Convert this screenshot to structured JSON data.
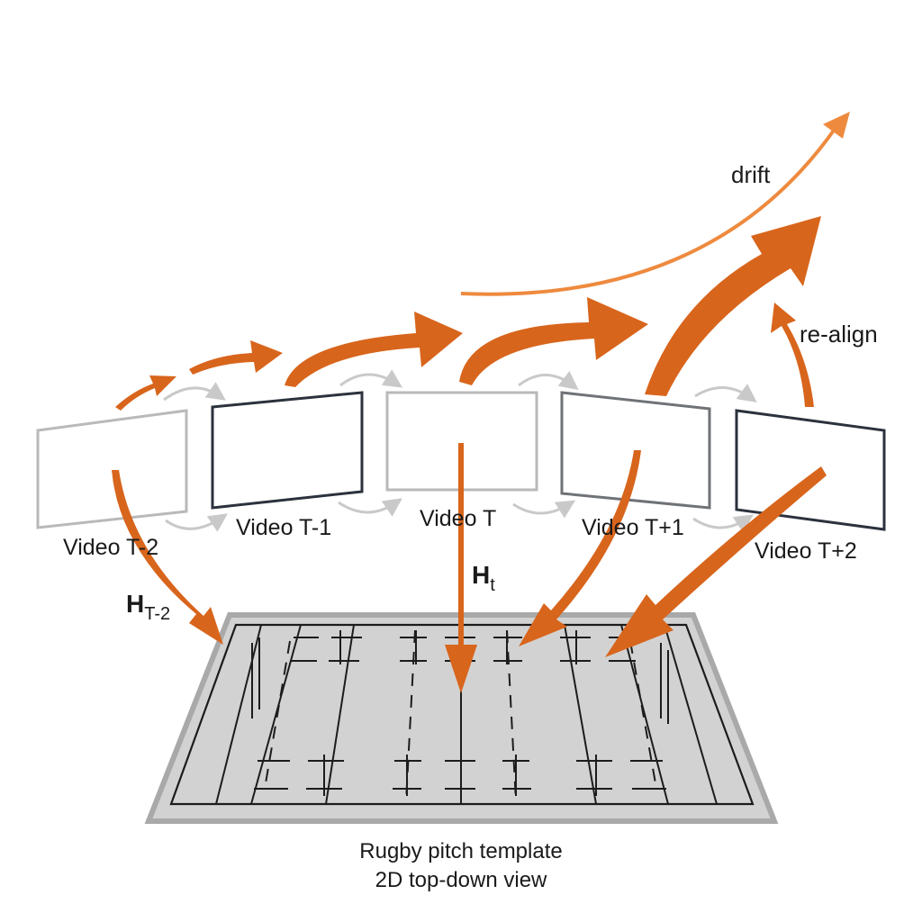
{
  "colors": {
    "accent": "#d8651c",
    "accent_light": "#ee8a3e",
    "frame_light": "#b9b9b9",
    "frame_mid": "#6f7276",
    "frame_dark": "#2b323d",
    "pitch_fill": "#d2d2d2",
    "pitch_border": "#a9a9a9",
    "line": "#1c1c1c",
    "connector": "#c9c9c9"
  },
  "frames": [
    {
      "id": "t-2",
      "label": "Video T-2"
    },
    {
      "id": "t-1",
      "label": "Video T-1"
    },
    {
      "id": "t",
      "label": "Video T"
    },
    {
      "id": "t+1",
      "label": "Video T+1"
    },
    {
      "id": "t+2",
      "label": "Video T+2"
    }
  ],
  "homography": {
    "h_prev": {
      "main": "H",
      "sub": "T-2"
    },
    "h_cur": {
      "main": "H",
      "sub": "t"
    }
  },
  "annotations": {
    "drift": "drift",
    "realign": "re-align"
  },
  "pitch": {
    "title": "Rugby pitch template",
    "subtitle": "2D top-down view"
  }
}
